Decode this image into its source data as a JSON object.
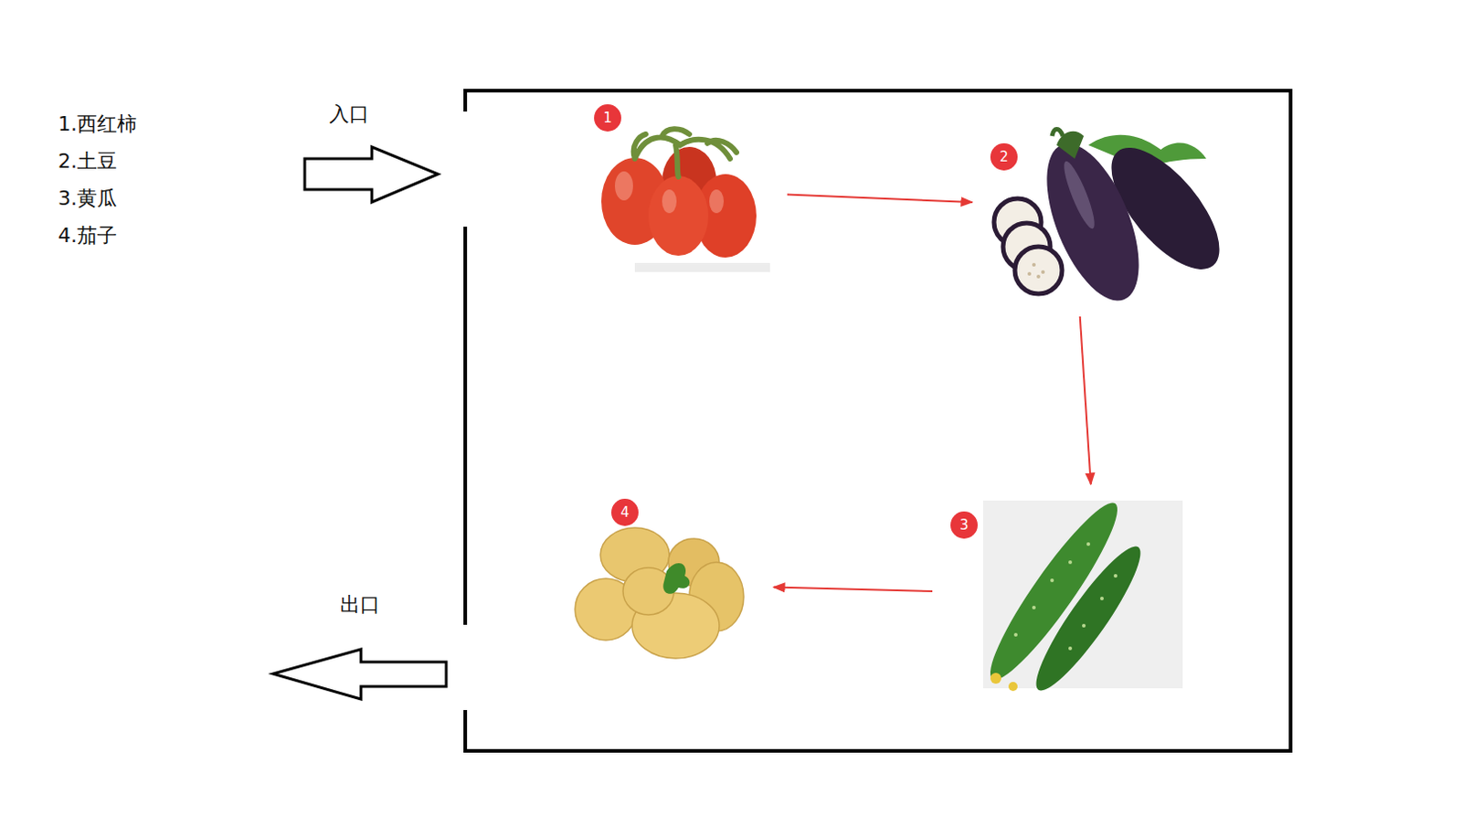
{
  "diagram": {
    "nodes": [
      {
        "text": [
          "1"
        ]
      },
      {
        "text": [
          "2"
        ]
      },
      {
        "text": [
          "3"
        ]
      },
      {
        "text": [
          "4"
        ]
      }
    ],
    "edges": [
      {
        "from": 0,
        "to": 1,
        "arrow": "to"
      },
      {
        "from": 1,
        "to": 2,
        "arrow": "to"
      },
      {
        "from": 2,
        "to": 3,
        "arrow": "to"
      }
    ],
    "labels": [
      "1.西红柿",
      "2.土豆",
      "3.黄瓜",
      "4.茄子",
      "入口",
      "出口"
    ]
  }
}
